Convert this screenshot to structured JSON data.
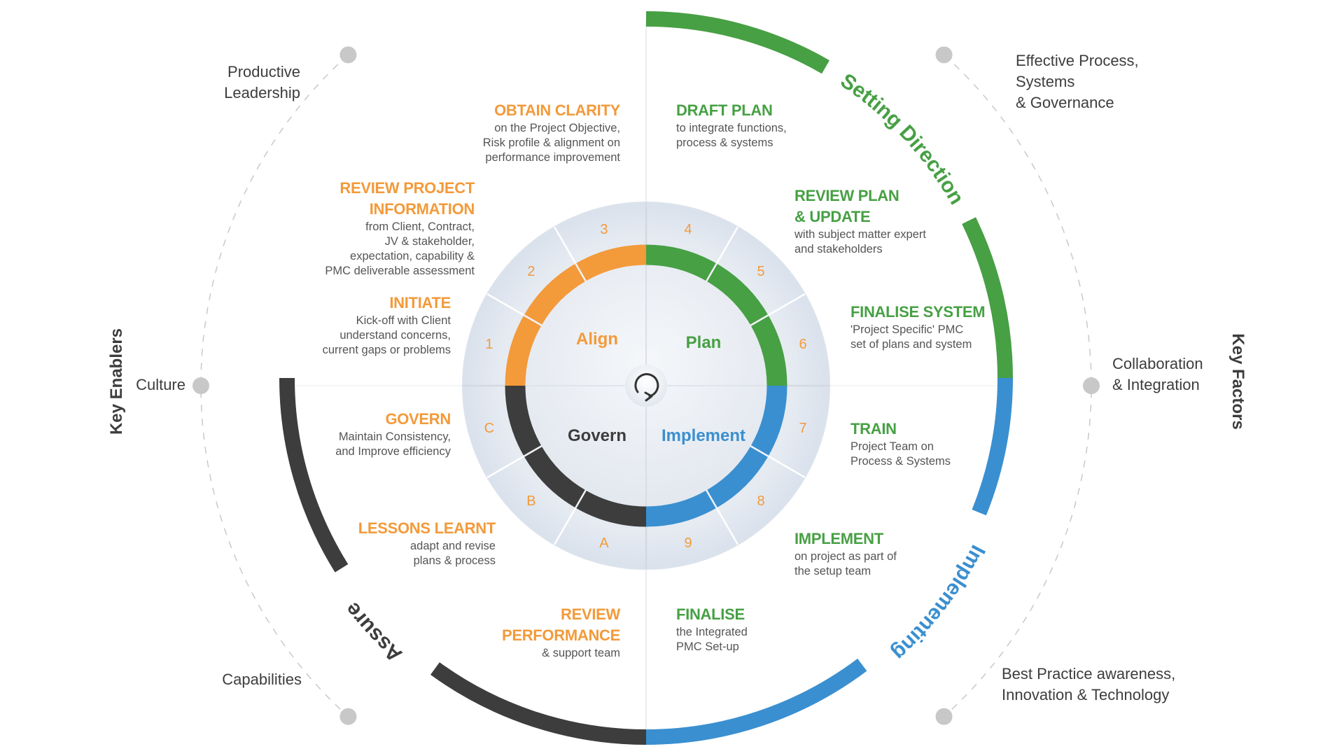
{
  "side_titles": {
    "left": "Key Enablers",
    "right": "Key Factors"
  },
  "enablers": {
    "productive_leadership": "Productive\nLeadership",
    "culture": "Culture",
    "capabilities": "Capabilities",
    "effective_process": "Effective Process,\nSystems\n& Governance",
    "collaboration": "Collaboration\n& Integration",
    "best_practice": "Best Practice awareness,\nInnovation & Technology"
  },
  "outer_ring": {
    "setting_direction": "Setting Direction",
    "implementing": "Implementing",
    "assure": "Assure"
  },
  "colors": {
    "align": "#f39a3a",
    "plan": "#47a044",
    "implement": "#3a8fd0",
    "govern": "#3d3d3d",
    "dot": "#c8c8c8",
    "dial_bg": "#e4e9f1"
  },
  "quadrants": {
    "align": "Align",
    "plan": "Plan",
    "implement": "Implement",
    "govern": "Govern"
  },
  "center_icon": "refresh-cycle-icon",
  "segments": [
    "1",
    "2",
    "3",
    "4",
    "5",
    "6",
    "7",
    "8",
    "9",
    "A",
    "B",
    "C"
  ],
  "steps": {
    "obtain_clarity": {
      "title": "OBTAIN CLARITY",
      "desc": "on the Project Objective,\nRisk profile & alignment on\nperformance improvement"
    },
    "draft_plan": {
      "title": "DRAFT PLAN",
      "desc": "to integrate functions,\nprocess & systems"
    },
    "review_project_info": {
      "title": "REVIEW PROJECT\nINFORMATION",
      "desc": "from Client, Contract,\nJV & stakeholder,\nexpectation, capability &\nPMC deliverable assessment"
    },
    "review_plan": {
      "title": "REVIEW PLAN\n& UPDATE",
      "desc": "with subject matter expert\nand stakeholders"
    },
    "initiate": {
      "title": "INITIATE",
      "desc": "Kick-off with Client\nunderstand concerns,\ncurrent gaps or problems"
    },
    "finalise_system": {
      "title": "FINALISE SYSTEM",
      "desc": "'Project Specific' PMC\nset of plans and system"
    },
    "govern": {
      "title": "GOVERN",
      "desc": "Maintain Consistency,\nand Improve efficiency"
    },
    "train": {
      "title": "TRAIN",
      "desc": "Project Team on\nProcess & Systems"
    },
    "lessons_learnt": {
      "title": "LESSONS LEARNT",
      "desc": "adapt and revise\nplans & process"
    },
    "implement": {
      "title": "IMPLEMENT",
      "desc": "on project as part of\nthe setup team"
    },
    "review_performance": {
      "title": "REVIEW\nPERFORMANCE",
      "desc": "& support team"
    },
    "finalise": {
      "title": "FINALISE",
      "desc": "the Integrated\nPMC Set-up"
    }
  }
}
